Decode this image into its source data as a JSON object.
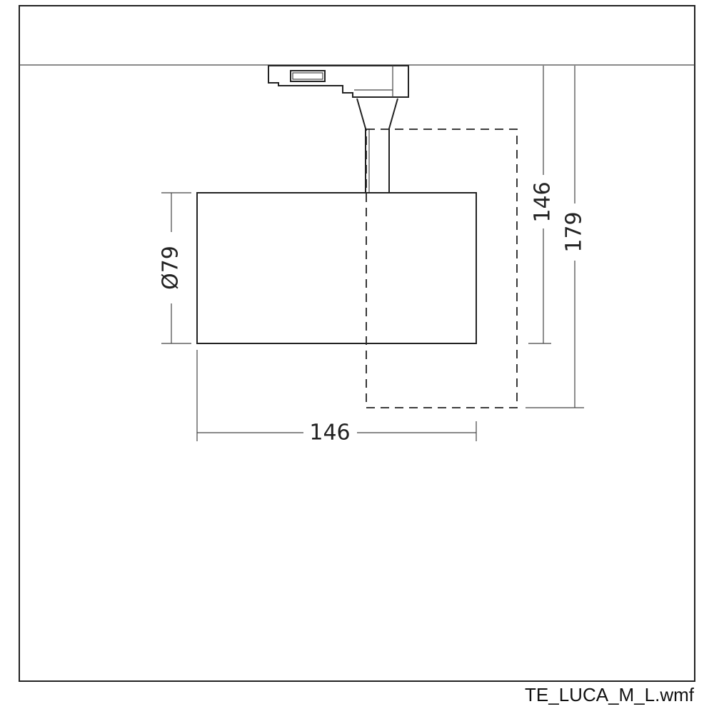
{
  "dimensions": {
    "width": "146",
    "diameter": "Ø79",
    "height_min": "146",
    "height_max": "179"
  },
  "caption": "TE_LUCA_M_L.wmf",
  "colors": {
    "line": "#222222",
    "background": "#ffffff"
  }
}
